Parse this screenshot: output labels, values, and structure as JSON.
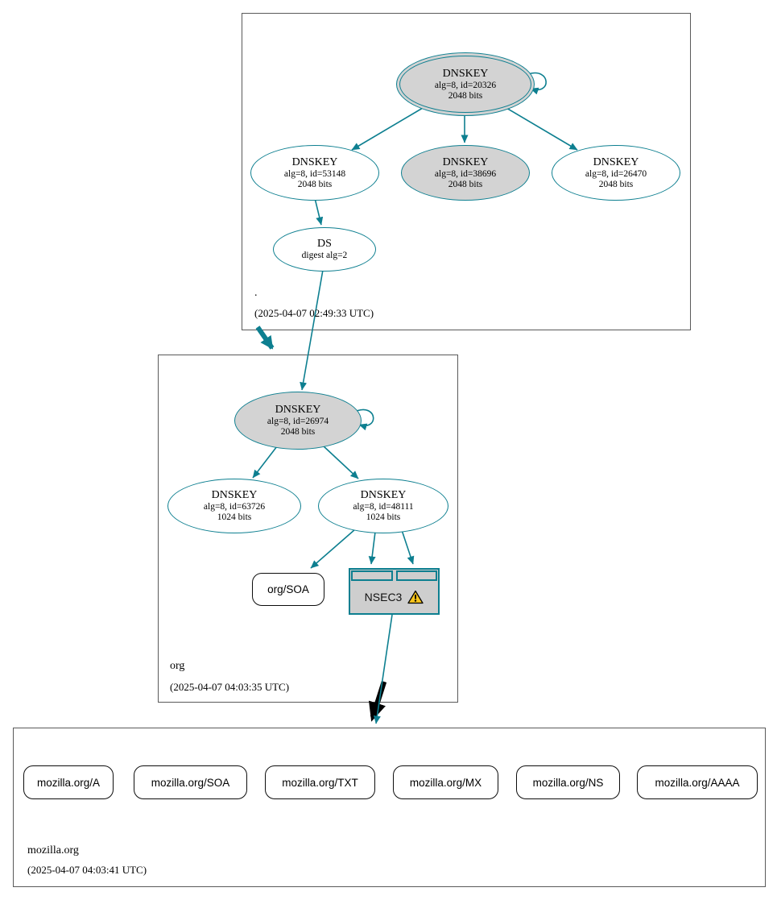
{
  "zones": {
    "root": {
      "label": ".",
      "timestamp": "(2025-04-07 02:49:33 UTC)"
    },
    "org": {
      "label": "org",
      "timestamp": "(2025-04-07 04:03:35 UTC)"
    },
    "mozilla": {
      "label": "mozilla.org",
      "timestamp": "(2025-04-07 04:03:41 UTC)"
    }
  },
  "nodes": {
    "ksk_root": {
      "title": "DNSKEY",
      "line1": "alg=8, id=20326",
      "line2": "2048 bits"
    },
    "key_53148": {
      "title": "DNSKEY",
      "line1": "alg=8, id=53148",
      "line2": "2048 bits"
    },
    "key_38696": {
      "title": "DNSKEY",
      "line1": "alg=8, id=38696",
      "line2": "2048 bits"
    },
    "key_26470": {
      "title": "DNSKEY",
      "line1": "alg=8, id=26470",
      "line2": "2048 bits"
    },
    "ds_root": {
      "title": "DS",
      "line1": "digest alg=2"
    },
    "ksk_org": {
      "title": "DNSKEY",
      "line1": "alg=8, id=26974",
      "line2": "2048 bits"
    },
    "key_63726": {
      "title": "DNSKEY",
      "line1": "alg=8, id=63726",
      "line2": "1024 bits"
    },
    "key_48111": {
      "title": "DNSKEY",
      "line1": "alg=8, id=48111",
      "line2": "1024 bits"
    },
    "org_soa": {
      "label": "org/SOA"
    },
    "nsec3": {
      "label": "NSEC3"
    },
    "rrsets": [
      {
        "label": "mozilla.org/A"
      },
      {
        "label": "mozilla.org/SOA"
      },
      {
        "label": "mozilla.org/TXT"
      },
      {
        "label": "mozilla.org/MX"
      },
      {
        "label": "mozilla.org/NS"
      },
      {
        "label": "mozilla.org/AAAA"
      }
    ]
  },
  "colors": {
    "secure_line": "#0d7f90",
    "insecure_line": "#000000",
    "ksk_fill": "#d3d3d3",
    "warning": "#f8c51c"
  }
}
